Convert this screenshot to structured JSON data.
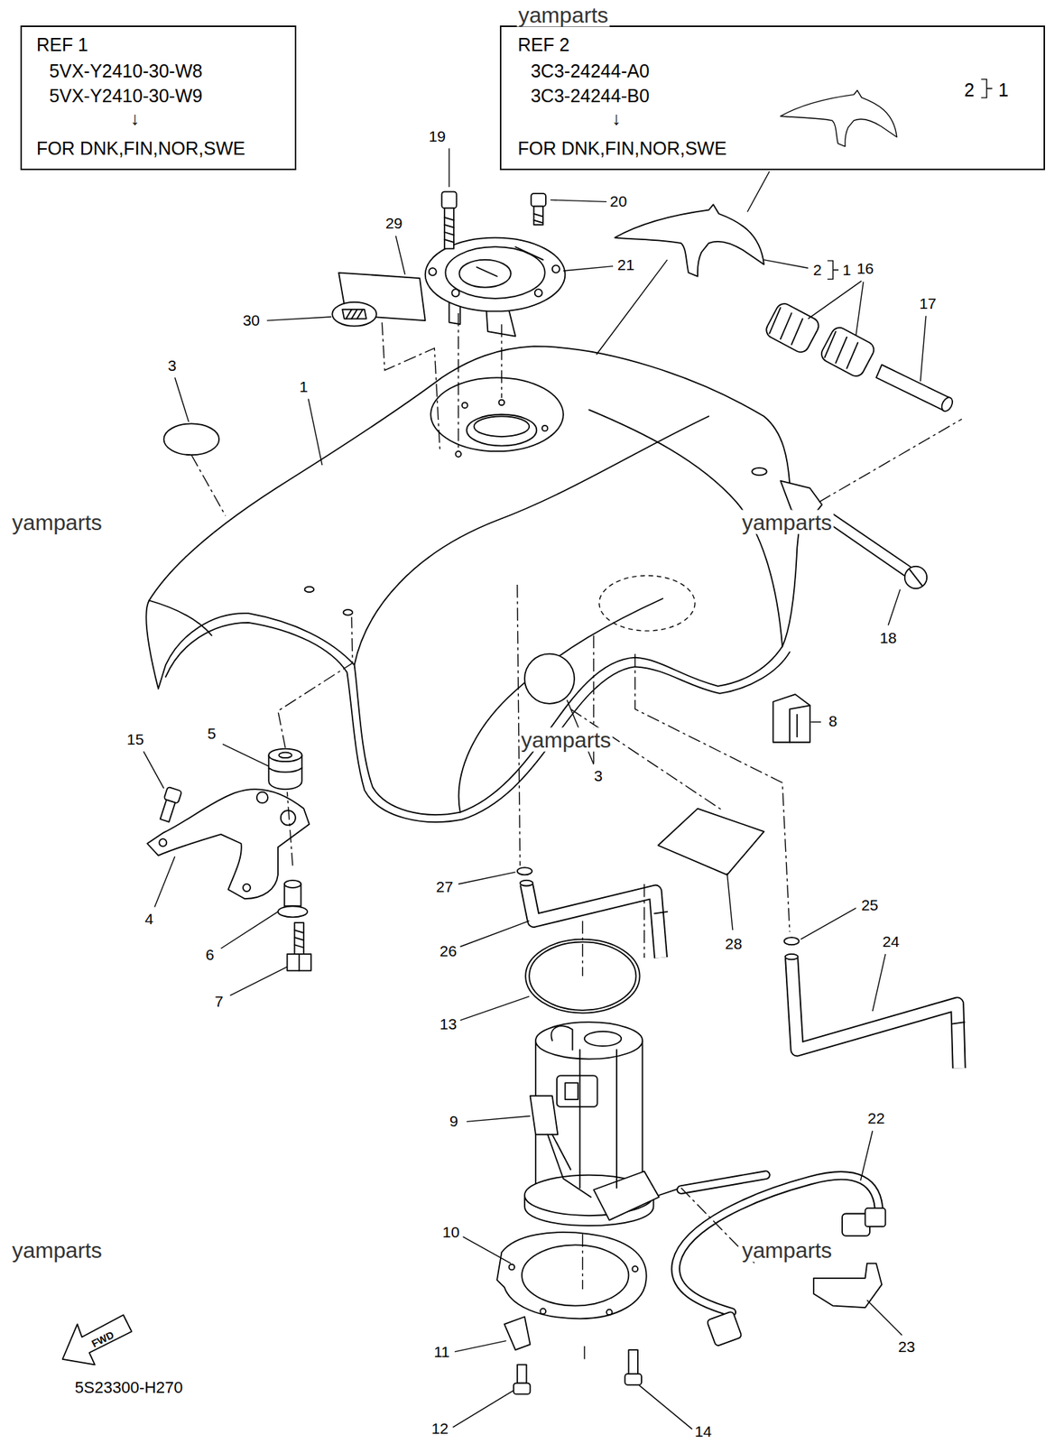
{
  "diagram": {
    "nodes": [
      {
        "text": [
          "REF 1",
          "5VX-Y2410-30-W8",
          "5VX-Y2410-30-W9",
          "↓",
          "FOR DNK,FIN,NOR,SWE"
        ]
      },
      {
        "text": [
          "REF 2",
          "3C3-24244-A0",
          "3C3-24244-B0",
          "↓",
          "FOR DNK,FIN,NOR,SWE",
          "2",
          "1"
        ]
      }
    ],
    "labels": [
      "19",
      "20",
      "29",
      "21",
      "2",
      "1",
      "16",
      "17",
      "30",
      "3",
      "1",
      "18",
      "8",
      "15",
      "5",
      "3",
      "27",
      "4",
      "26",
      "28",
      "25",
      "24",
      "6",
      "7",
      "13",
      "9",
      "22",
      "10",
      "23",
      "11",
      "12",
      "14",
      "yamparts",
      "yamparts",
      "yamparts",
      "yamparts",
      "yamparts",
      "yamparts",
      "FWD",
      "5S23300-H270"
    ]
  }
}
